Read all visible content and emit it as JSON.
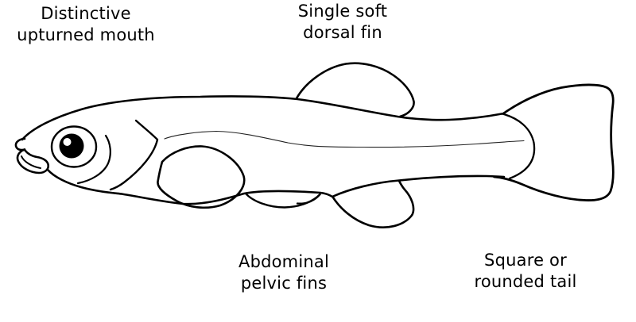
{
  "diagram": {
    "type": "labeled-anatomy-diagram",
    "subject": "fish (mosquitofish) line drawing",
    "colors": {
      "line": "#000000",
      "background": "#ffffff",
      "text": "#000000"
    },
    "labels": [
      {
        "id": "upturned-mouth",
        "position": "top-left",
        "text": "Distinctive\nupturned mouth"
      },
      {
        "id": "dorsal-fin",
        "position": "top-center",
        "text": "Single soft\ndorsal fin"
      },
      {
        "id": "pelvic-fins",
        "position": "bottom-center",
        "text": "Abdominal\npelvic fins"
      },
      {
        "id": "tail",
        "position": "bottom-right",
        "text": "Square or\nrounded tail"
      }
    ],
    "parts_depicted": [
      "upturned mouth with thick lips",
      "eye with pupil and highlight",
      "gill cover",
      "lateral line",
      "single soft dorsal fin",
      "pectoral fin",
      "abdominal pelvic fin",
      "anal fin",
      "square/rounded caudal tail fin"
    ]
  }
}
